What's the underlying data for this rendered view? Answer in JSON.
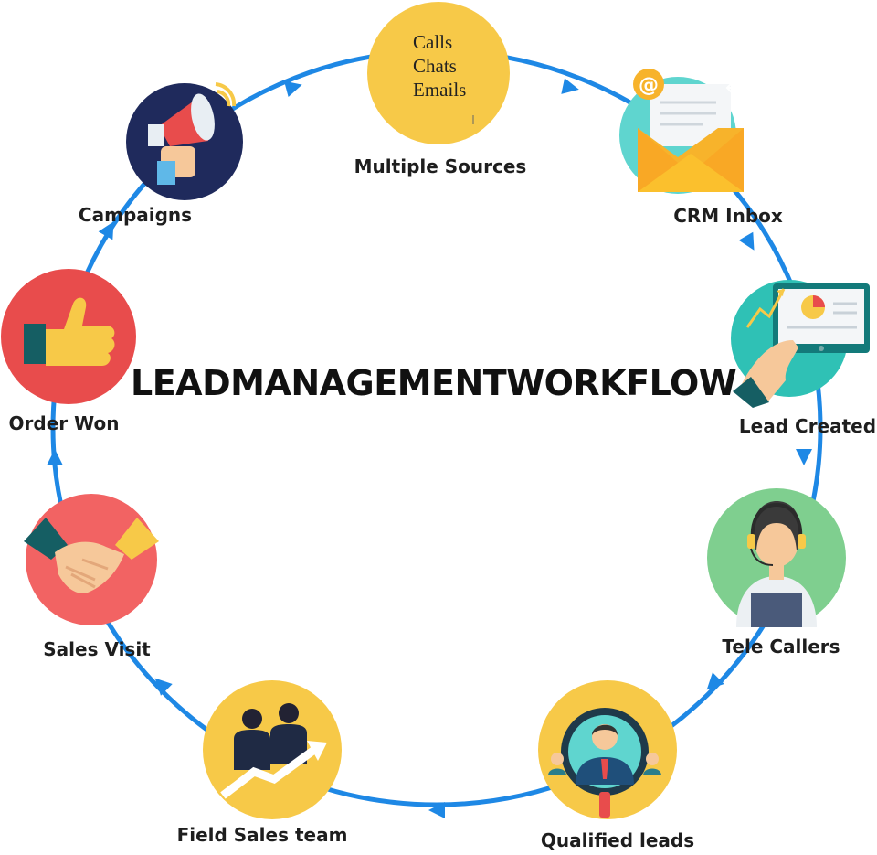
{
  "title": "LEADMANAGEMENTWORKFLOW",
  "colors": {
    "ring": "#1e88e5",
    "yellow": "#f7c948",
    "teal": "#5fd5cf",
    "navy": "#1f2a5c",
    "red": "#e84c4c",
    "coral": "#f26363",
    "green": "#7fcf8f"
  },
  "nodes": [
    {
      "id": "multiple-sources",
      "label": "Multiple Sources",
      "lines": [
        "Calls",
        "Chats",
        "Emails"
      ]
    },
    {
      "id": "crm-inbox",
      "label": "CRM Inbox",
      "icon": "envelope-icon"
    },
    {
      "id": "lead-created",
      "label": "Lead Created",
      "icon": "presentation-screen-icon"
    },
    {
      "id": "tele-callers",
      "label": "Tele Callers",
      "icon": "headset-operator-icon"
    },
    {
      "id": "qualified-leads",
      "label": "Qualified leads",
      "icon": "magnifier-person-icon"
    },
    {
      "id": "field-sales-team",
      "label": "Field Sales team",
      "icon": "team-growth-icon"
    },
    {
      "id": "sales-visit",
      "label": "Sales Visit",
      "icon": "handshake-icon"
    },
    {
      "id": "order-won",
      "label": "Order Won",
      "icon": "thumbs-up-icon"
    },
    {
      "id": "campaigns",
      "label": "Campaigns",
      "icon": "megaphone-icon"
    }
  ]
}
